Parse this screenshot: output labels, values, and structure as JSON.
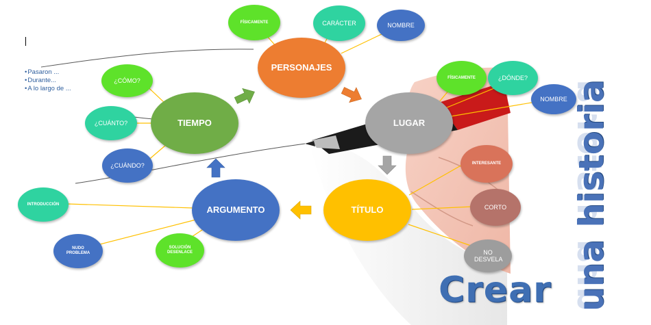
{
  "side_notes": [
    "Pasaron ...",
    "Durante...",
    "A lo largo de ..."
  ],
  "title": {
    "word1": "Crear",
    "word2": "una historia"
  },
  "nodes": {
    "personajes": "PERSONAJES",
    "tiempo": "TIEMPO",
    "lugar": "LUGAR",
    "titulo": "TÍTULO",
    "argumento": "ARGUMENTO",
    "fisicamente_personajes": "FÍSICAMENTE",
    "caracter": "CARÁCTER",
    "nombre_personajes": "NOMBRE",
    "fisicamente_lugar": "FÍSICAMENTE",
    "donde": "¿DÓNDE?",
    "nombre_lugar": "NOMBRE",
    "como": "¿CÓMO?",
    "cuanto": "¿CUÁNTO?",
    "cuando": "¿CUÁNDO?",
    "interesante": "INTERESANTE",
    "corto": "CORTO",
    "no_desvela": "NO DESVELA",
    "introduccion": "INTRODUCCIÓN",
    "nudo_problema": "NUDO PROBLEMA",
    "solucion_desenlace": "SOLUCIÓN DESENLACE"
  },
  "colors": {
    "personajes": "#ed7d31",
    "tiempo": "#70ad47",
    "lugar": "#a5a5a5",
    "titulo": "#ffc000",
    "argumento": "#4472c4",
    "lime": "#5ee22a",
    "teal": "#2fd3a0",
    "blue": "#4472c4",
    "rust": "#d9735a",
    "brown": "#b5736a",
    "grey": "#9d9d9d",
    "connector": "#ffc000",
    "text_blue": "#3f6fb3"
  }
}
